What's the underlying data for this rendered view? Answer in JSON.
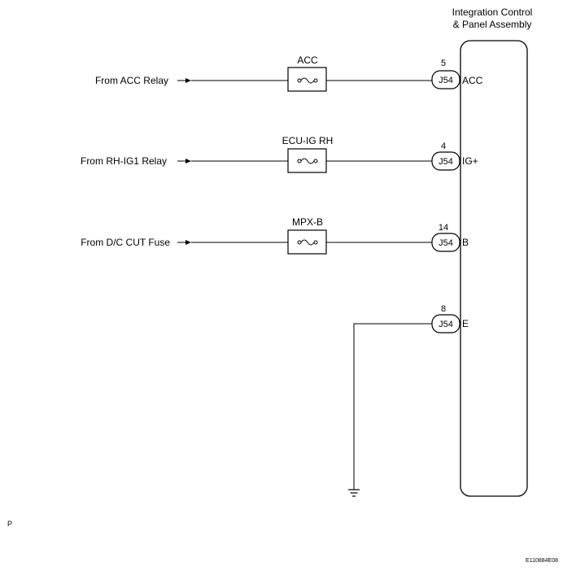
{
  "assembly": {
    "title_line1": "Integration Control",
    "title_line2": "& Panel Assembly"
  },
  "circuits": [
    {
      "source": "From ACC Relay",
      "fuse": "ACC",
      "pin": "5",
      "connector": "J54",
      "terminal": "ACC"
    },
    {
      "source": "From RH-IG1 Relay",
      "fuse": "ECU-IG RH",
      "pin": "4",
      "connector": "J54",
      "terminal": "IG+"
    },
    {
      "source": "From D/C CUT Fuse",
      "fuse": "MPX-B",
      "pin": "14",
      "connector": "J54",
      "terminal": "B"
    }
  ],
  "ground_circuit": {
    "pin": "8",
    "connector": "J54",
    "terminal": "E"
  },
  "corner_letter": "P",
  "figure_code": "E110884E08"
}
